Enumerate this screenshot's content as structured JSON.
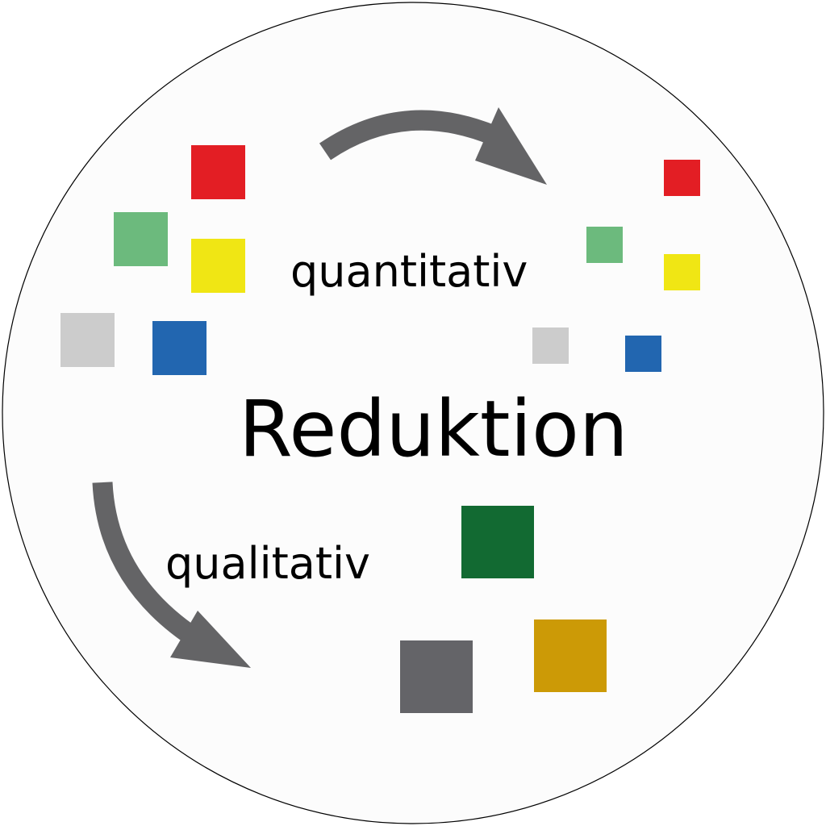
{
  "labels": {
    "title": "Reduktion",
    "quantitative": "quantitativ",
    "qualitative": "qualitativ"
  },
  "colors": {
    "red": "#e31e24",
    "light_green": "#6cba7d",
    "yellow": "#f0e614",
    "light_gray": "#cccccc",
    "blue": "#2266b0",
    "dark_green": "#126a32",
    "dark_gray": "#646468",
    "gold": "#cc9a06",
    "arrow": "#646466",
    "circle_fill": "#fcfcfc"
  }
}
